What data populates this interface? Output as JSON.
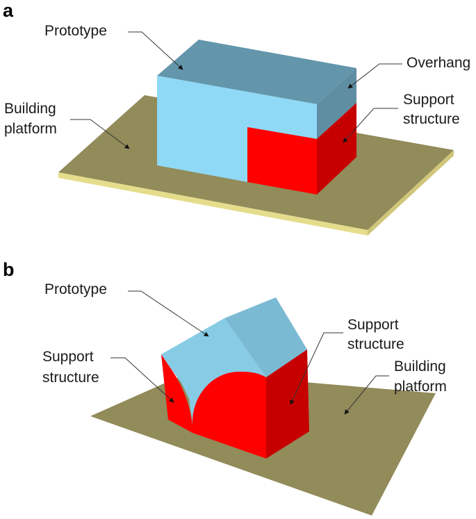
{
  "panels": [
    {
      "letter": "a",
      "labels": {
        "prototype": "Prototype",
        "overhang": "Overhang",
        "support_line1": "Support",
        "support_line2": "structure",
        "platform_line1": "Building",
        "platform_line2": "platform"
      }
    },
    {
      "letter": "b",
      "labels": {
        "prototype": "Prototype",
        "support_left_line1": "Support",
        "support_left_line2": "structure",
        "support_right_line1": "Support",
        "support_right_line2": "structure",
        "platform_line1": "Building",
        "platform_line2": "platform"
      }
    }
  ],
  "colors": {
    "platform_top": "#928b5a",
    "platform_edge": "#e6dd8c",
    "prototype_top": "#6396ab",
    "prototype_front": "#8fd9f6",
    "prototype_b_top_left": "#87cbe5",
    "prototype_b_top_right": "#7bbad3",
    "support_front": "#ff0000",
    "support_side": "#c60000"
  }
}
